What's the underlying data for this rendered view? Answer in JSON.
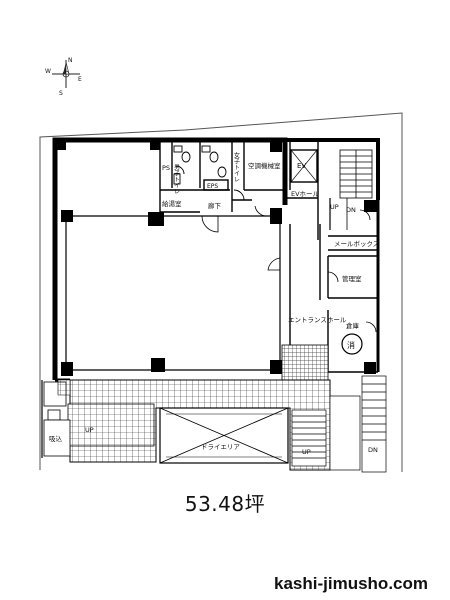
{
  "compass": {
    "n": "N",
    "e": "E",
    "s": "S",
    "w": "W"
  },
  "rooms": {
    "ps": "PS",
    "mens_toilet": "男子トイレ",
    "womens_toilet": "女子トイレ",
    "eps": "EPS",
    "mech_room": "空調機械室",
    "ev": "EV",
    "kitchen": "給湯室",
    "corridor": "廊下",
    "ev_hall": "EVホール",
    "mail_box": "メールボックス",
    "office": "管理室",
    "storage": "倉庫",
    "extinguisher": "消",
    "entrance_hall": "エントランスホール",
    "dry_area": "ドライエリア",
    "intake": "吸込"
  },
  "stairs": {
    "up": "UP",
    "dn": "DN"
  },
  "area": "53.48坪",
  "site": "kashi-jimusho.com"
}
